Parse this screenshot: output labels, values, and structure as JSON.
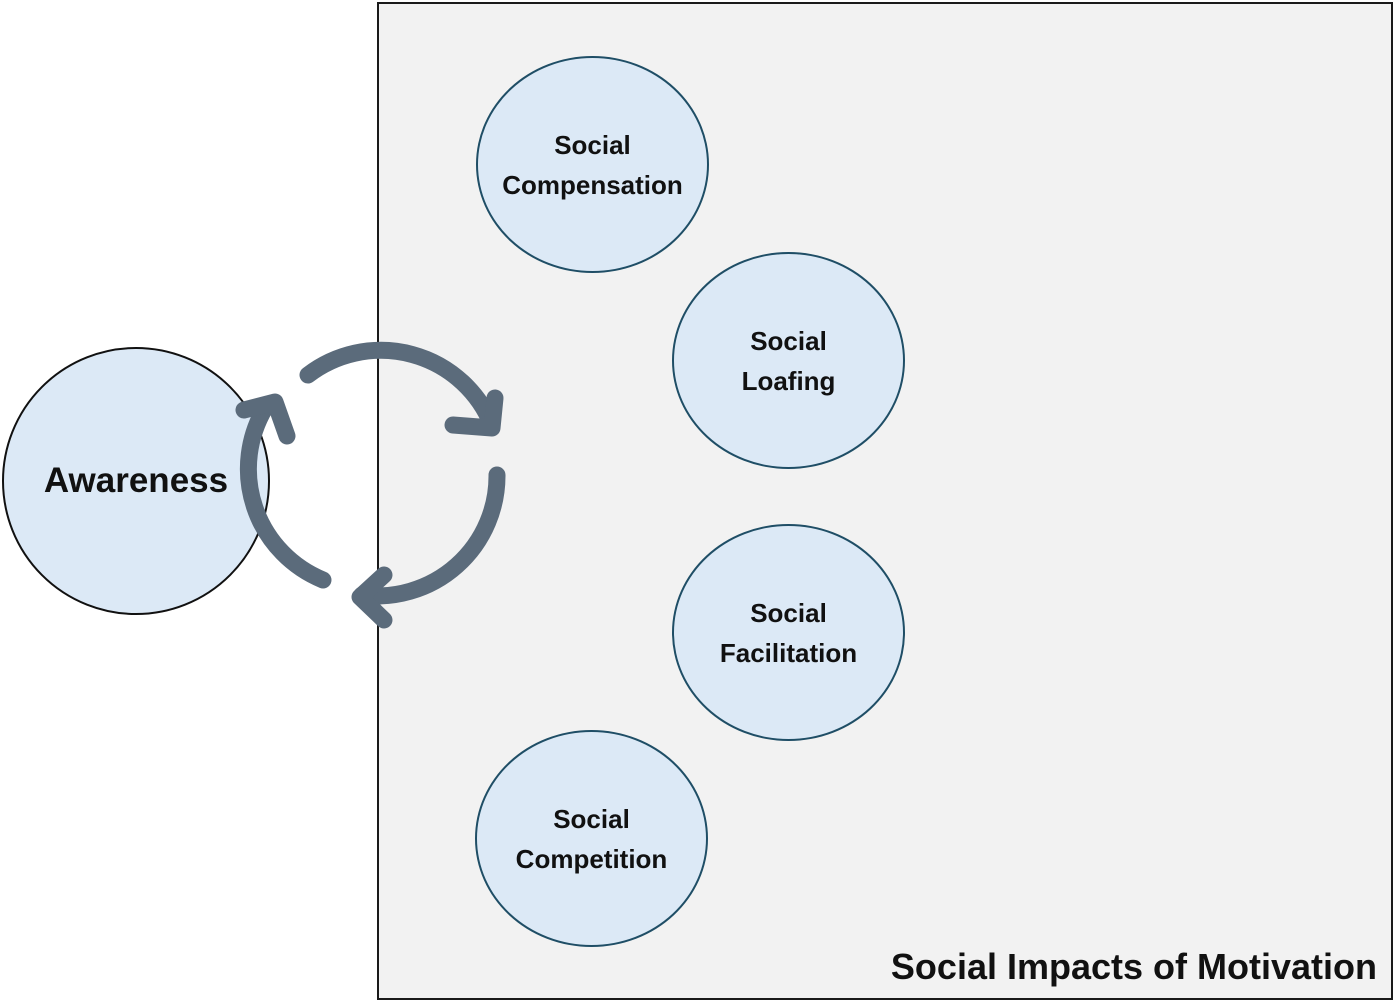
{
  "diagram": {
    "awareness": {
      "label": "Awareness"
    },
    "panel": {
      "title": "Social Impacts of Motivation"
    },
    "nodes": [
      {
        "label": "Social\nCompensation"
      },
      {
        "label": "Social\nLoafing"
      },
      {
        "label": "Social\nFacilitation"
      },
      {
        "label": "Social\nCompetition"
      }
    ],
    "colors": {
      "node_fill": "#dce9f6",
      "node_border": "#1f4e66",
      "panel_fill": "#f2f2f2",
      "cycle_arrows": "#5b6b7b"
    },
    "cycle_icon": "circular-arrows-icon"
  }
}
